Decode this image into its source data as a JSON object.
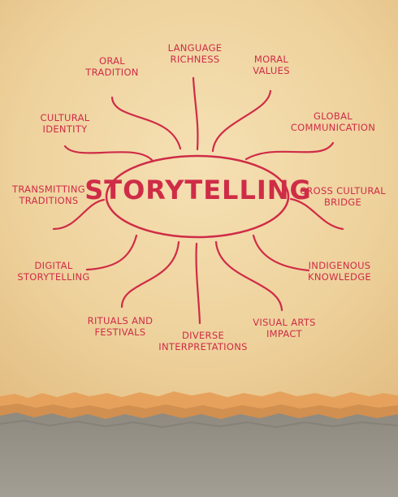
{
  "diagram": {
    "center": {
      "title": "STORYTELLING"
    },
    "branches": [
      {
        "id": "oral-tradition",
        "lines": [
          "ORAL",
          "TRADITION"
        ]
      },
      {
        "id": "language-richness",
        "lines": [
          "LANGUAGE",
          "RICHNESS"
        ]
      },
      {
        "id": "moral-values",
        "lines": [
          "MORAL",
          "VALUES"
        ]
      },
      {
        "id": "cultural-identity",
        "lines": [
          "CULTURAL",
          "IDENTITY"
        ]
      },
      {
        "id": "global-communication",
        "lines": [
          "GLOBAL",
          "COMMUNICATION"
        ]
      },
      {
        "id": "transmitting-traditions",
        "lines": [
          "TRANSMITTING",
          "TRADITIONS"
        ]
      },
      {
        "id": "cross-cultural-bridge",
        "lines": [
          "CROSS CULTURAL",
          "BRIDGE"
        ]
      },
      {
        "id": "digital-storytelling",
        "lines": [
          "DIGITAL",
          "STORYTELLING"
        ]
      },
      {
        "id": "indigenous-knowledge",
        "lines": [
          "INDIGENOUS",
          "KNOWLEDGE"
        ]
      },
      {
        "id": "rituals-and-festivals",
        "lines": [
          "RITUALS AND",
          "FESTIVALS"
        ]
      },
      {
        "id": "diverse-interpretations",
        "lines": [
          "DIVERSE",
          "INTERPRETATIONS"
        ]
      },
      {
        "id": "visual-arts-impact",
        "lines": [
          "VISUAL ARTS",
          "IMPACT"
        ]
      }
    ]
  },
  "colors": {
    "ink": "#cf2c47",
    "paper": "#efd6a4",
    "paper_edge": "#e2a25e",
    "bottom_paper": "#9a958c"
  }
}
